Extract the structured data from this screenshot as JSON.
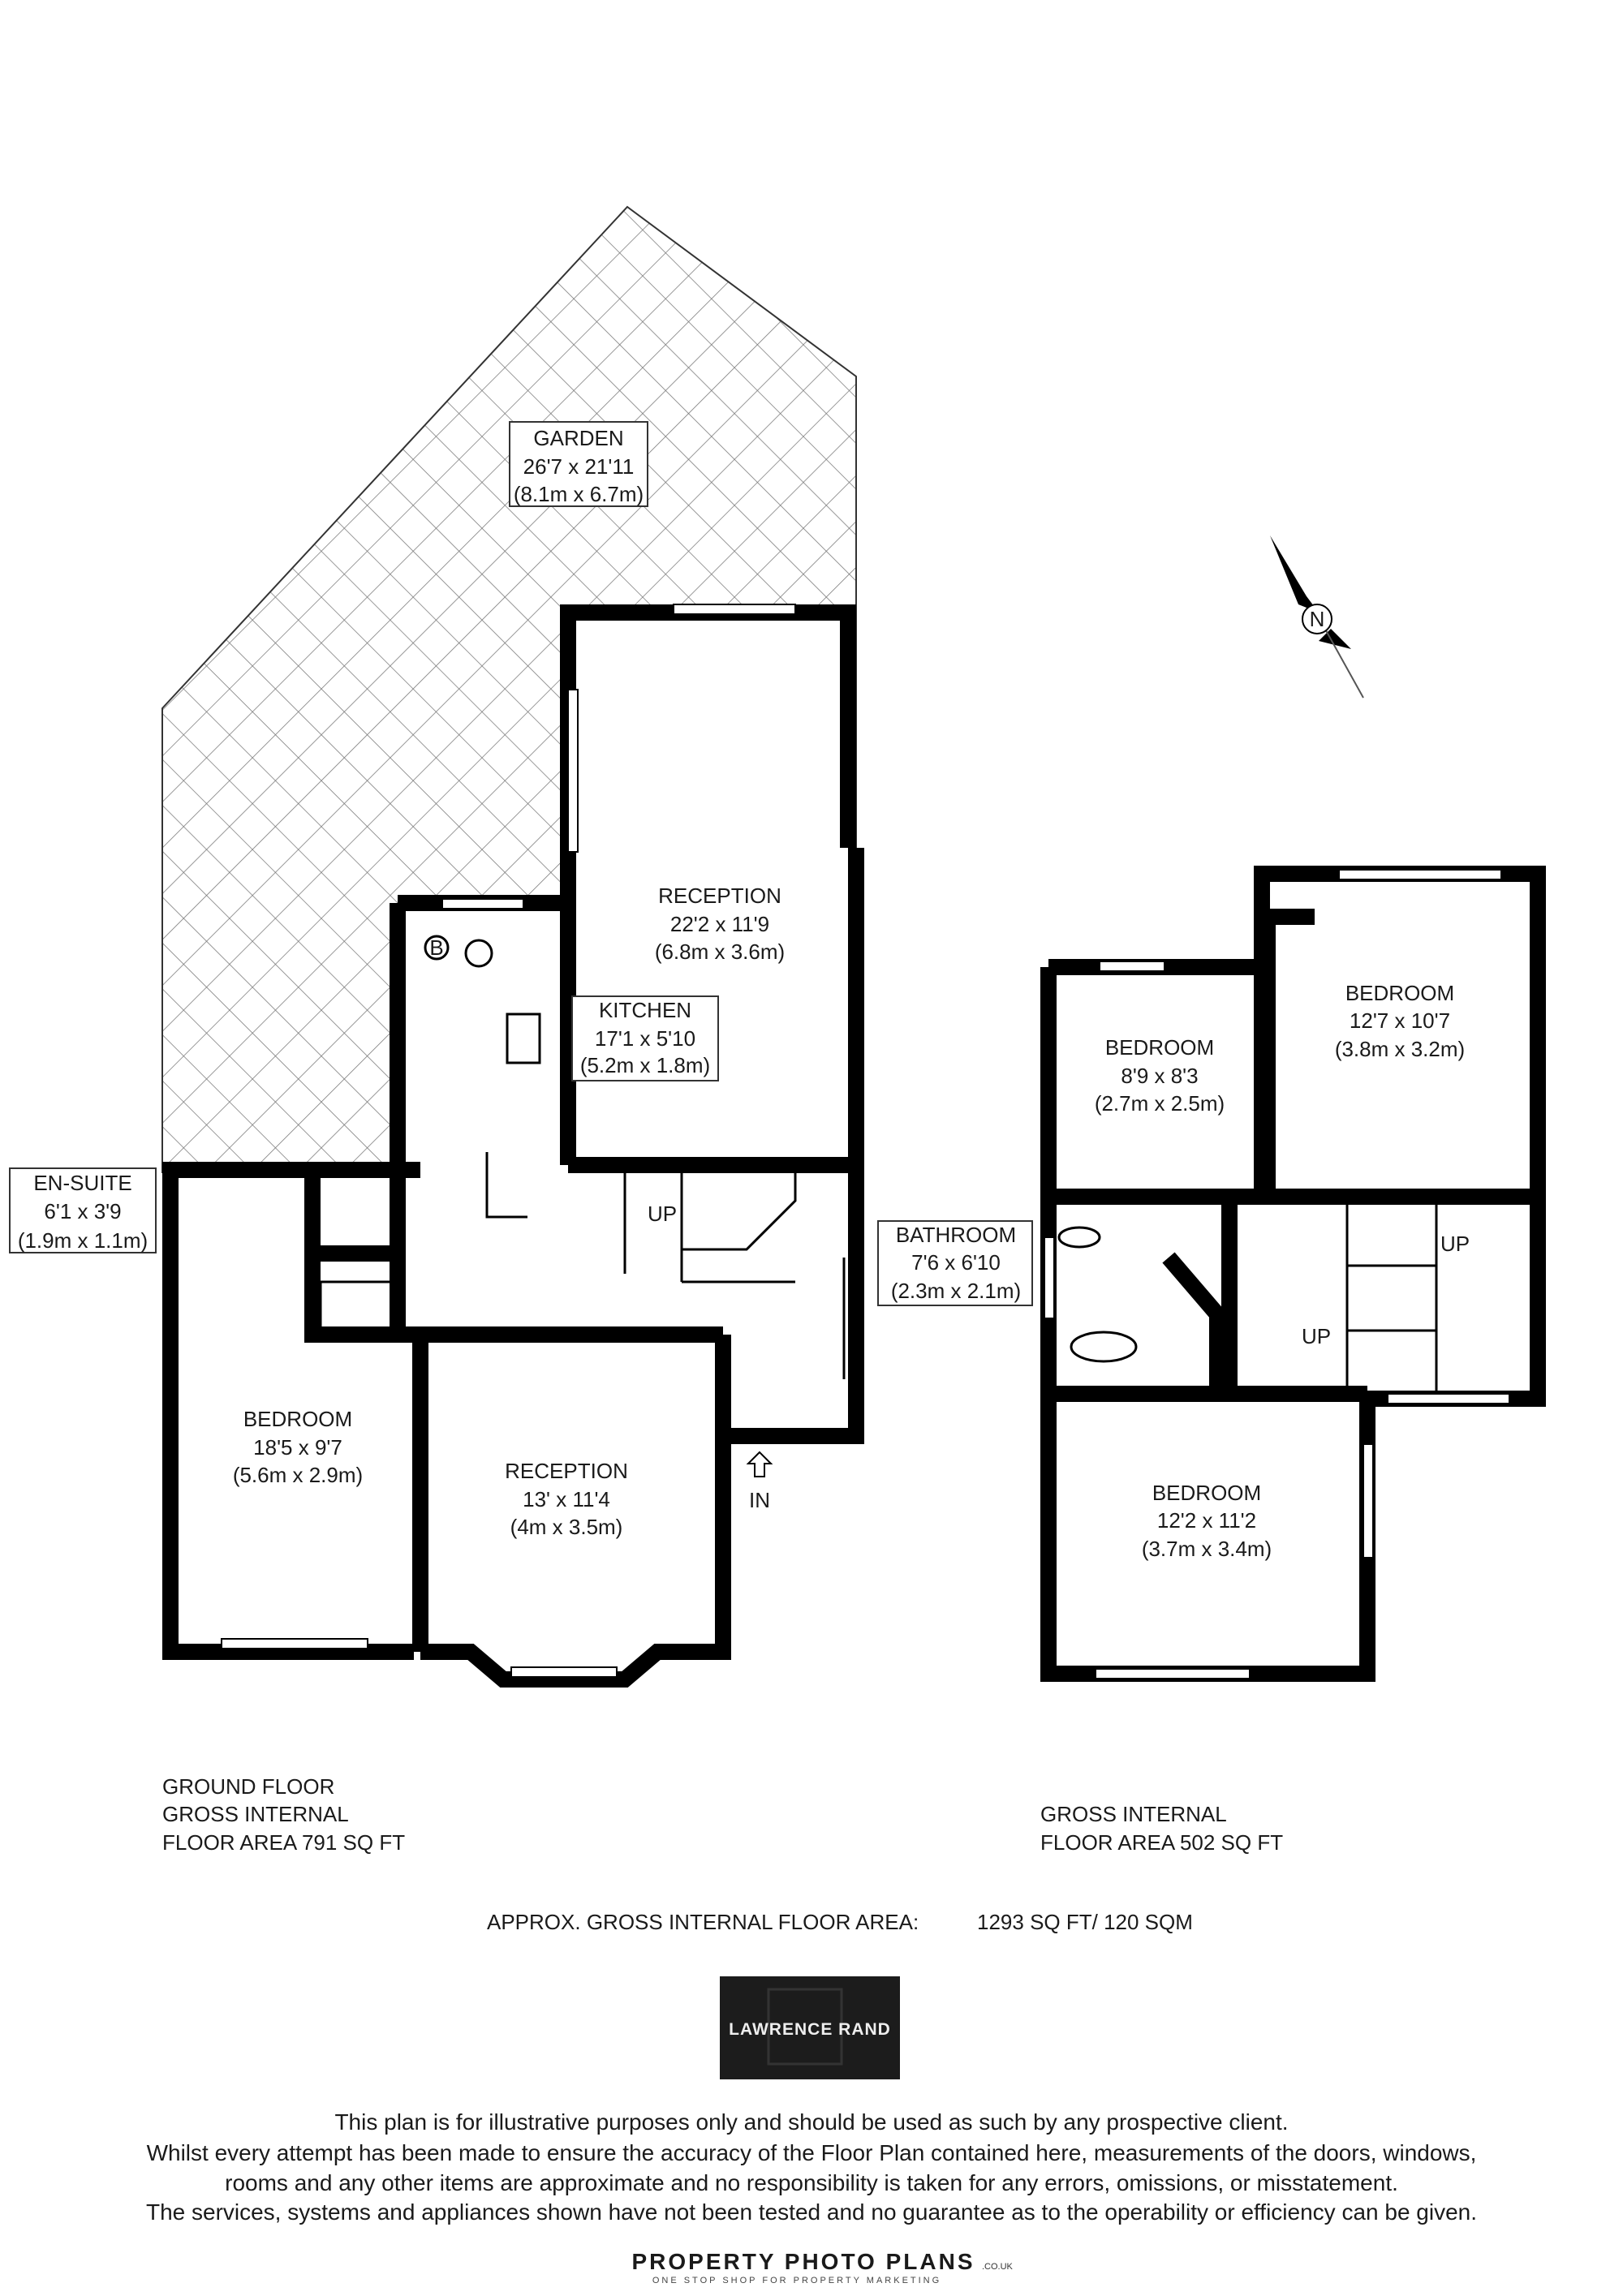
{
  "ground_floor": {
    "rooms": [
      {
        "name": "GARDEN",
        "imperial": "26'7 x 21'11",
        "metric": "(8.1m x 6.7m)"
      },
      {
        "name": "RECEPTION",
        "imperial": "22'2 x 11'9",
        "metric": "(6.8m x 3.6m)"
      },
      {
        "name": "KITCHEN",
        "imperial": "17'1 x 5'10",
        "metric": "(5.2m x 1.8m)"
      },
      {
        "name": "EN-SUITE",
        "imperial": "6'1 x 3'9",
        "metric": "(1.9m x 1.1m)"
      },
      {
        "name": "BEDROOM",
        "imperial": "18'5 x 9'7",
        "metric": "(5.6m x 2.9m)"
      },
      {
        "name": "RECEPTION",
        "imperial": "13' x 11'4",
        "metric": "(4m x 3.5m)"
      }
    ],
    "stair_label": "UP",
    "entrance_label": "IN",
    "boiler_label": "B",
    "area_lines": [
      "GROUND FLOOR",
      "GROSS INTERNAL",
      "FLOOR AREA 791 SQ FT"
    ]
  },
  "first_floor": {
    "rooms": [
      {
        "name": "BEDROOM",
        "imperial": "8'9 x 8'3",
        "metric": "(2.7m x 2.5m)"
      },
      {
        "name": "BEDROOM",
        "imperial": "12'7 x 10'7",
        "metric": "(3.8m x 3.2m)"
      },
      {
        "name": "BATHROOM",
        "imperial": "7'6 x 6'10",
        "metric": "(2.3m x 2.1m)"
      },
      {
        "name": "BEDROOM",
        "imperial": "12'2 x 11'2",
        "metric": "(3.7m x 3.4m)"
      }
    ],
    "stair_labels": [
      "UP",
      "UP"
    ],
    "area_lines": [
      "GROSS INTERNAL",
      "FLOOR AREA 502 SQ FT"
    ]
  },
  "compass": {
    "label": "N"
  },
  "total_area": {
    "label": "APPROX. GROSS INTERNAL FLOOR AREA:",
    "value": "1293 SQ FT/  120 SQM"
  },
  "agent_logo": {
    "text": "LAWRENCE RAND"
  },
  "disclaimer": [
    "This plan is for illustrative purposes only and should be used as such by any prospective client.",
    "Whilst every attempt has been made to ensure the accuracy of the Floor Plan contained here, measurements of the doors, windows,",
    "rooms and any other items are approximate and no responsibility is taken for any errors, omissions, or misstatement.",
    "The services, systems and appliances shown have not been tested and no guarantee as to the operability or efficiency can be given."
  ],
  "footer_logo": {
    "brand": "PROPERTY PHOTO PLANS",
    "suffix": ".CO.UK",
    "tagline": "ONE STOP SHOP FOR PROPERTY MARKETING"
  }
}
